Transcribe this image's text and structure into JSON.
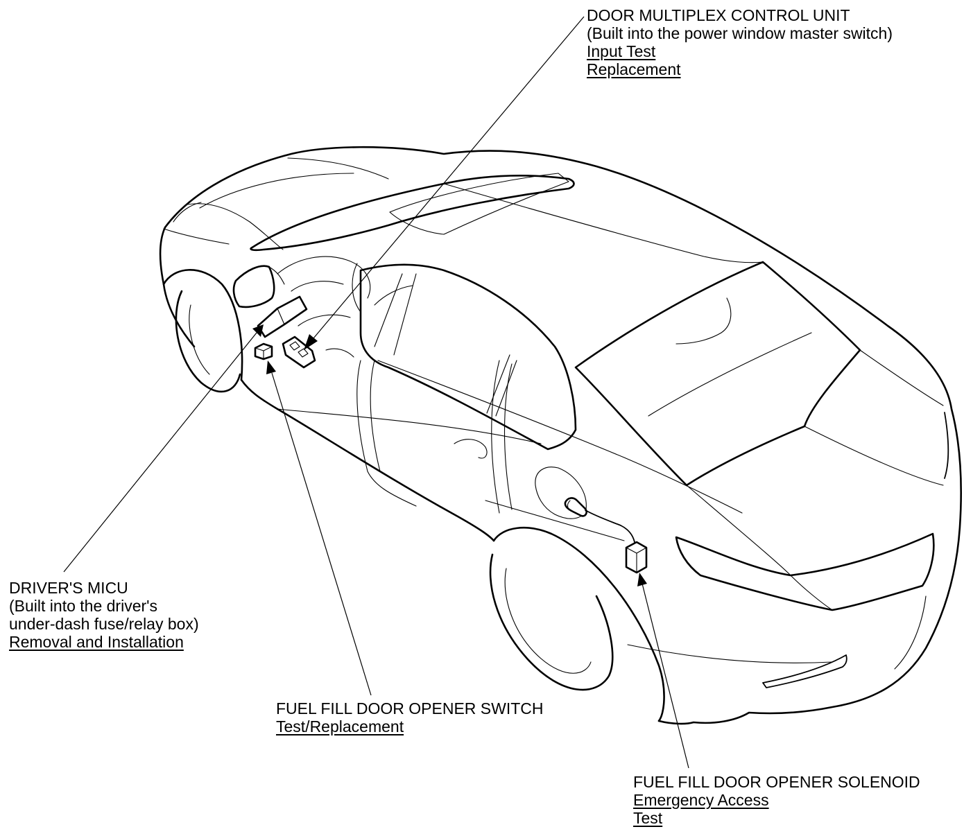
{
  "labels": {
    "door_mcu": {
      "title": "DOOR MULTIPLEX CONTROL UNIT",
      "note": "(Built into the power window master switch)",
      "links": [
        "Input Test",
        "Replacement"
      ]
    },
    "drivers_micu": {
      "title": "DRIVER'S MICU",
      "note_lines": [
        "(Built into the driver's",
        "under-dash fuse/relay box)"
      ],
      "links": [
        "Removal and Installation"
      ]
    },
    "opener_switch": {
      "title": "FUEL FILL DOOR OPENER SWITCH",
      "links": [
        "Test/Replacement"
      ]
    },
    "opener_solenoid": {
      "title": "FUEL FILL DOOR OPENER SOLENOID",
      "links": [
        "Emergency Access",
        "Test"
      ]
    }
  },
  "icons": {
    "car": "sedan-line-drawing",
    "micu": "fuse-box-icon",
    "switch": "opener-switch-icon",
    "door_mcu": "window-master-switch-icon",
    "solenoid": "solenoid-icon"
  },
  "colors": {
    "ink": "#000000",
    "paper": "#ffffff"
  }
}
